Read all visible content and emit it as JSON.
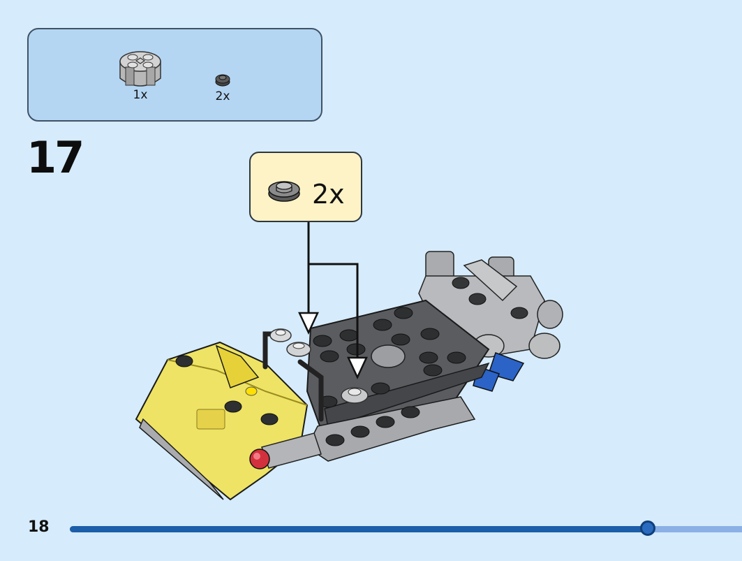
{
  "parts_list": [
    {
      "name": "light-gray-round-brick-2x2",
      "quantity": "1x",
      "color": "#c9c9c9"
    },
    {
      "name": "dark-gray-round-plate-1x1",
      "quantity": "2x",
      "color": "#4a4a4a"
    }
  ],
  "step": {
    "number": "17",
    "callout": {
      "part": "light-gray-round-plate-1x1",
      "quantity": "2x"
    }
  },
  "page": {
    "number": "18",
    "progress": 0.86
  },
  "colors": {
    "background": "#d6ebfb",
    "parts_box": "#b4d6f3",
    "callout": "#fdf3c6",
    "progress_fill": "#1c5ea8",
    "progress_track": "#8ab0e6",
    "trans_yellow": "#f4e24a",
    "dark_gray": "#4d4f53",
    "light_gray": "#b7b9bc"
  }
}
